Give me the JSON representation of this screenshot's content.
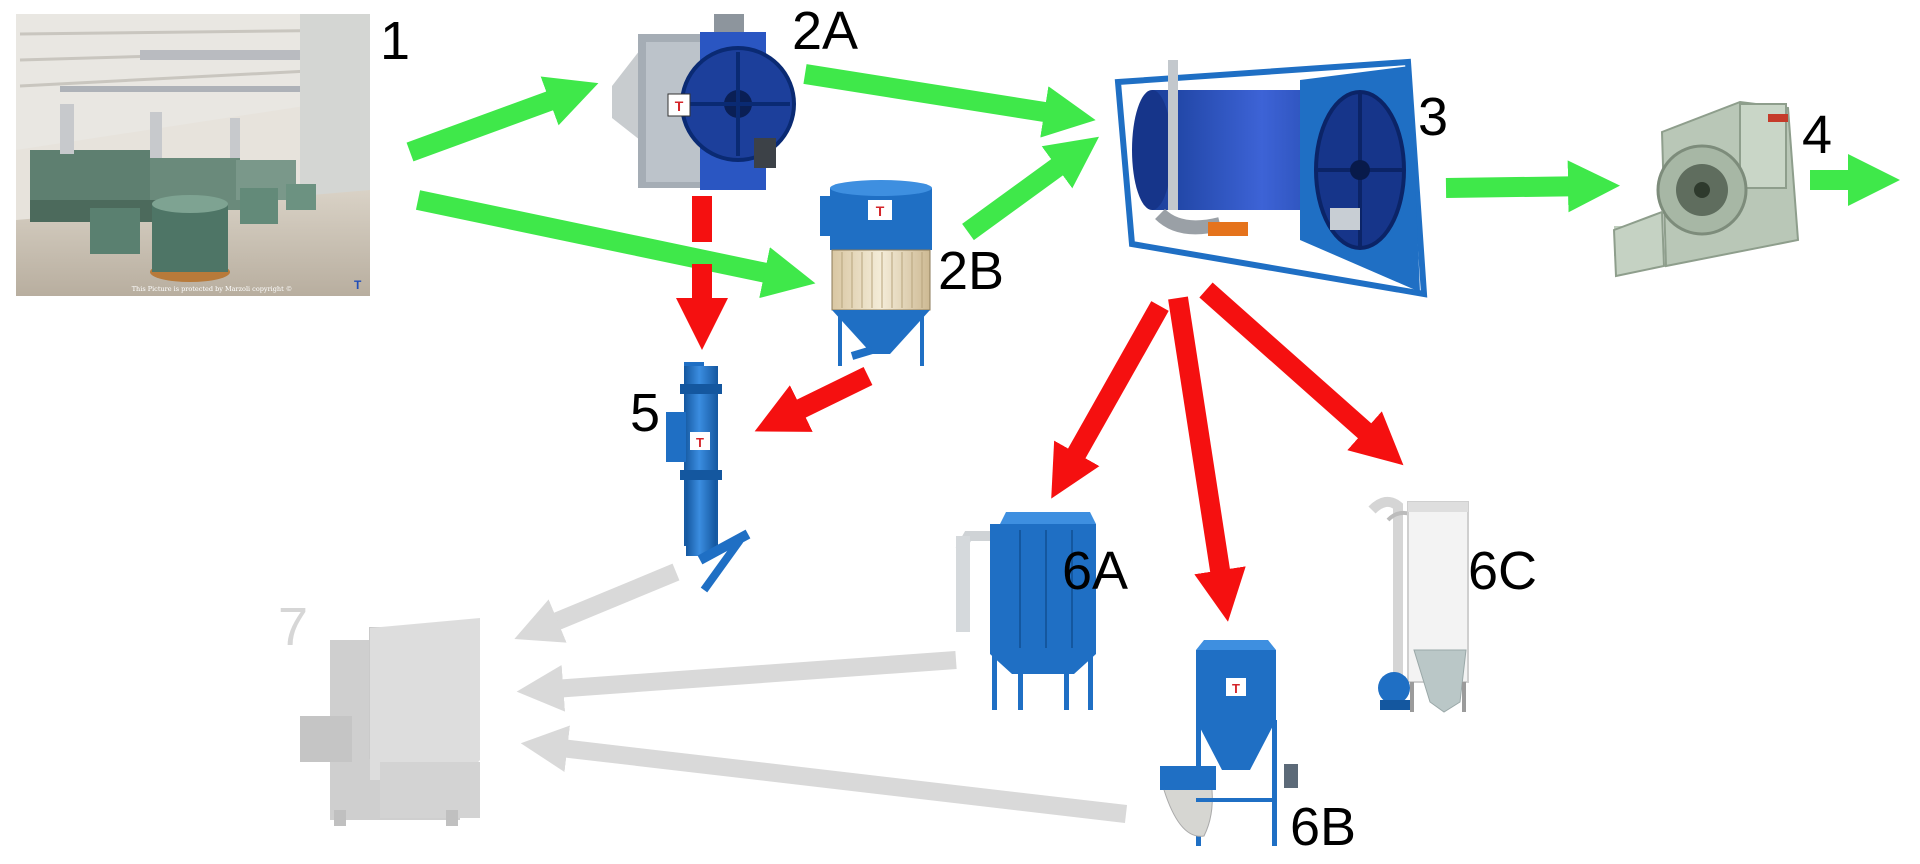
{
  "diagram": {
    "labels": {
      "n1": "1",
      "n2a": "2A",
      "n2b": "2B",
      "n3": "3",
      "n4": "4",
      "n5": "5",
      "n6a": "6A",
      "n6b": "6B",
      "n6c": "6C",
      "n7": "7"
    },
    "photo_caption": "This Picture is protected by Marzoli copyright ©",
    "logo_text": "T",
    "colors": {
      "air_flow": "#3fe84a",
      "waste_flow": "#f51010",
      "return_flow": "#d9d9d9",
      "machine_blue": "#1f6fc4",
      "machine_dark_blue": "#0e3f86",
      "frame_grey": "#9aa3ad",
      "fan_green_grey": "#b9c7b7",
      "faded_grey": "#dcdcdc"
    }
  }
}
